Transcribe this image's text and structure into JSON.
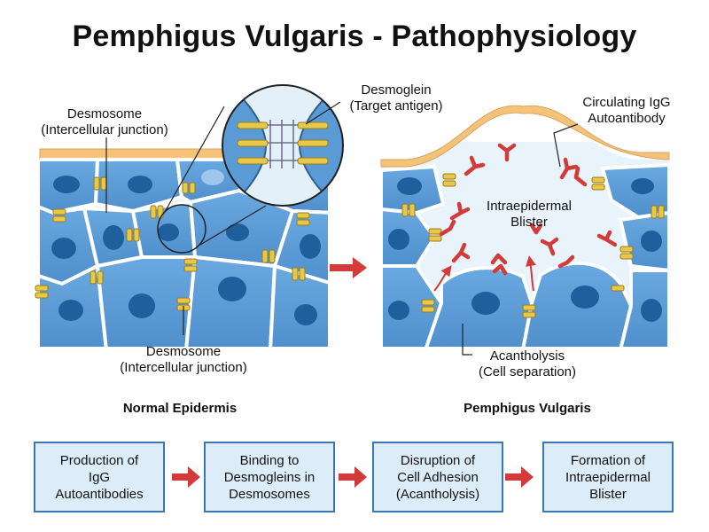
{
  "title": "Pemphigus Vulgaris - Pathophysiology",
  "left_panel": {
    "caption": "Normal Epidermis",
    "callout_top": {
      "line1": "Desmosome",
      "line2": "(Intercellular junction)"
    },
    "callout_bottom": {
      "line1": "Desmosome",
      "line2": "(Intercellular junction)"
    },
    "zoom_callout": {
      "line1": "Desmoglein",
      "line2": "(Target antigen)"
    }
  },
  "right_panel": {
    "caption": "Pemphigus Vulgaris",
    "callout_antibody": {
      "line1": "Circulating IgG",
      "line2": "Autoantibody"
    },
    "blister_label": {
      "line1": "Intraepidermal",
      "line2": "Blister"
    },
    "callout_acantholysis": {
      "line1": "Acantholysis",
      "line2": "(Cell separation)"
    }
  },
  "flow": {
    "steps": [
      {
        "line1": "Production of",
        "line2": "IgG",
        "line3": "Autoantibodies"
      },
      {
        "line1": "Binding to",
        "line2": "Desmogleins in",
        "line3": "Desmosomes"
      },
      {
        "line1": "Disruption of",
        "line2": "Cell Adhesion",
        "line3": "(Acantholysis)"
      },
      {
        "line1": "Formation of",
        "line2": "Intraepidermal",
        "line3": "Blister"
      }
    ]
  },
  "colors": {
    "cell_fill": "#5b9bd5",
    "cell_border": "#2e5f8f",
    "nucleus": "#1f5f9e",
    "skin_surface": "#f5c27a",
    "desmosome": "#e8c84a",
    "antibody": "#d33a3a",
    "arrow": "#d33a3a",
    "step_fill": "#dcecf8",
    "step_border": "#3a78b5"
  }
}
